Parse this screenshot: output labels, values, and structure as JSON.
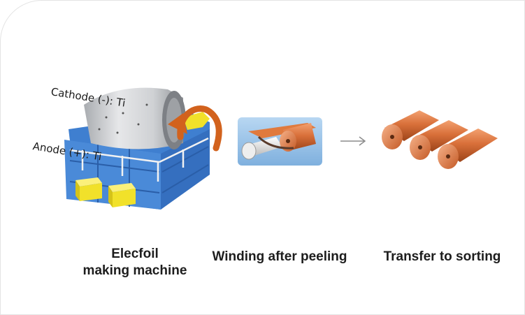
{
  "steps": [
    {
      "caption_line1": "Elecfoil",
      "caption_line2": "making machine",
      "illustration": "electrolytic-foil-machine"
    },
    {
      "caption": "Winding after peeling",
      "illustration": "foil-winding-rollers"
    },
    {
      "caption": "Transfer to sorting",
      "illustration": "copper-foil-rolls"
    }
  ],
  "machine_labels": {
    "cathode": "Cathode (-): Ti",
    "anode": "Anode (+): Ti"
  },
  "colors": {
    "machine_frame": "#3f7fd0",
    "drum": "#d4d6d9",
    "tank_yellow": "#f1e12a",
    "rotation_arrow": "#d2621d",
    "copper": "#d9703a",
    "panel_blue": "#9cc6ec",
    "flow_arrow": "#8c8c8c"
  }
}
